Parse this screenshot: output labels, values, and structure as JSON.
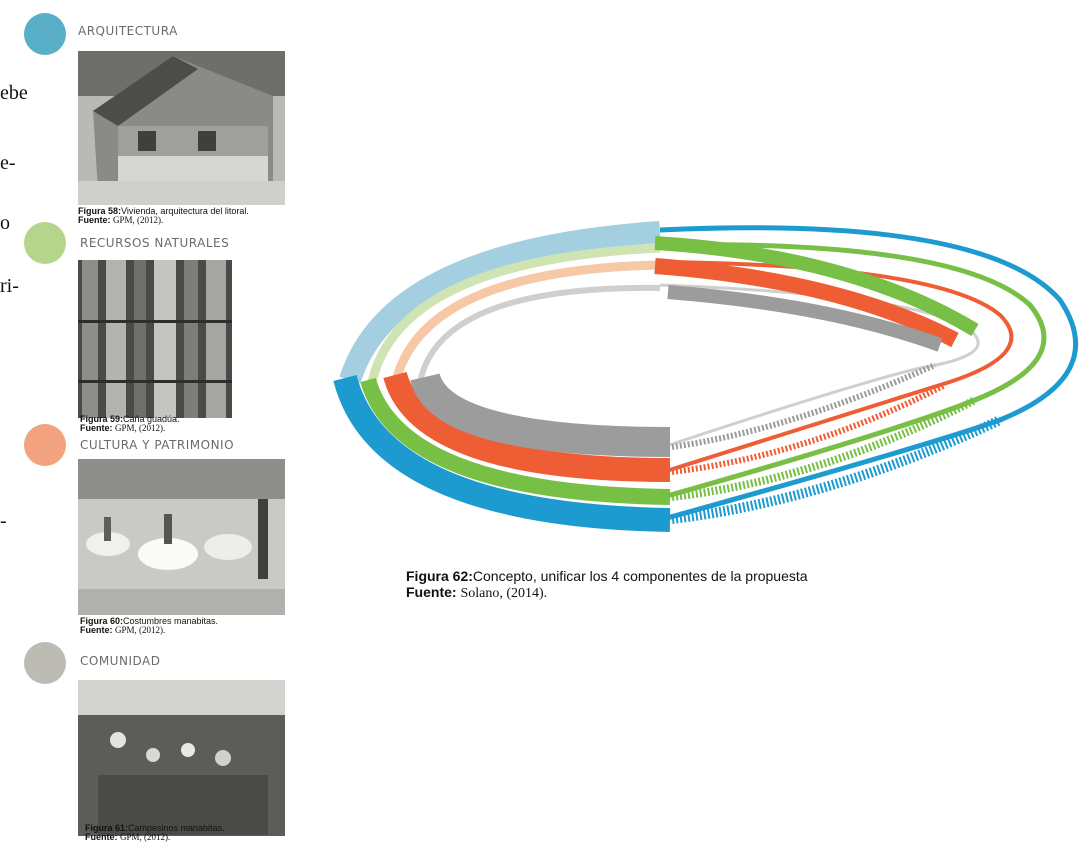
{
  "edge_fragments": [
    "ebe",
    "e-",
    "o",
    "ri-",
    "-"
  ],
  "categories": [
    {
      "label": "ARQUITECTURA",
      "color": "#5aafc8"
    },
    {
      "label": "RECURSOS NATURALES",
      "color": "#b5d68a"
    },
    {
      "label": "CULTURA Y PATRIMONIO",
      "color": "#f3a37f"
    },
    {
      "label": "COMUNIDAD",
      "color": "#bcbcb4"
    }
  ],
  "figures": [
    {
      "label": "Figura 58:",
      "text": "Vivienda, arquitectura del litoral.",
      "source_label": "Fuente:",
      "source": "GPM, (2012)."
    },
    {
      "label": "Figura 59:",
      "text": "Caña guadúa.",
      "source_label": "Fuente:",
      "source": "GPM, (2012)."
    },
    {
      "label": "Figura 60:",
      "text": "Costumbres manabitas.",
      "source_label": "Fuente:",
      "source": "GPM, (2012)."
    },
    {
      "label": "Figura 61:",
      "text": "Campesinos manabitas.",
      "source_label": "Fuente:",
      "source": "GPM, (2012)."
    }
  ],
  "main_figure": {
    "label": "Figura 62:",
    "text": "Concepto, unificar los 4 componentes de la propuesta",
    "source_label": "Fuente:",
    "source": "Solano, (2014)."
  },
  "diagram_colors": {
    "blue_light": "#a3cfe0",
    "blue": "#1d9bd0",
    "green_light": "#cfe3b3",
    "green": "#78bf45",
    "orange_light": "#f7c8a6",
    "orange": "#ee5d34",
    "gray_light": "#cfcfcb",
    "gray": "#9c9c9c"
  }
}
